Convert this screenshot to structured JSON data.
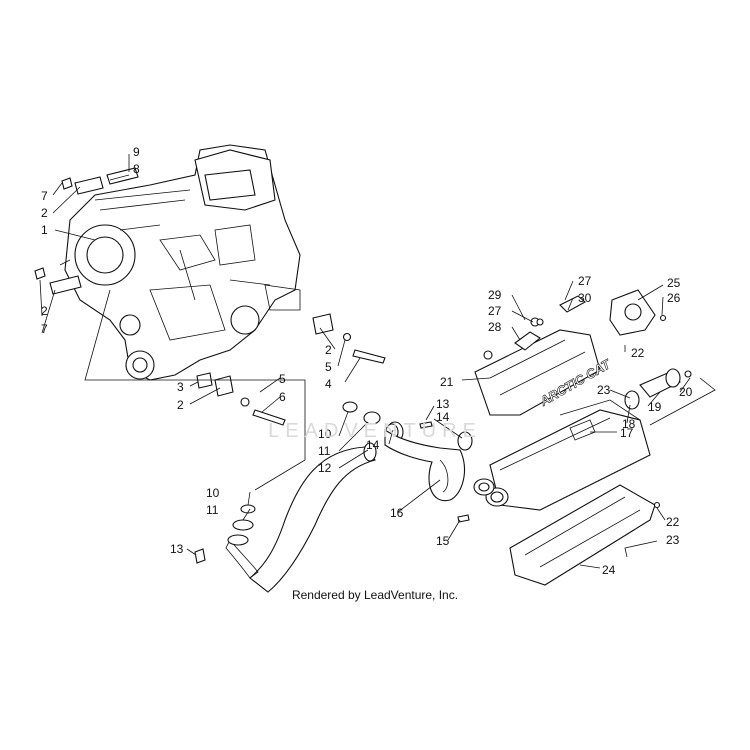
{
  "diagram": {
    "callouts": {
      "c1": "1",
      "c2a": "2",
      "c2b": "2",
      "c2c": "2",
      "c2d": "2",
      "c3": "3",
      "c4": "4",
      "c5a": "5",
      "c5b": "5",
      "c6": "6",
      "c7a": "7",
      "c7b": "7",
      "c8": "8",
      "c9": "9",
      "c10a": "10",
      "c10b": "10",
      "c11a": "11",
      "c11b": "11",
      "c12": "12",
      "c13a": "13",
      "c13b": "13",
      "c14a": "14",
      "c14b": "14",
      "c15": "15",
      "c16": "16",
      "c17": "17",
      "c18": "18",
      "c19": "19",
      "c20": "20",
      "c21": "21",
      "c22a": "22",
      "c22b": "22",
      "c23a": "23",
      "c23b": "23",
      "c24": "24",
      "c25": "25",
      "c26": "26",
      "c27a": "27",
      "c27b": "27",
      "c28": "28",
      "c29": "29",
      "c30": "30"
    },
    "heat_shield_logo": "ARCTIC CAT",
    "watermark_text": "LEADVENTURE",
    "credit": "Rendered by LeadVenture, Inc."
  }
}
